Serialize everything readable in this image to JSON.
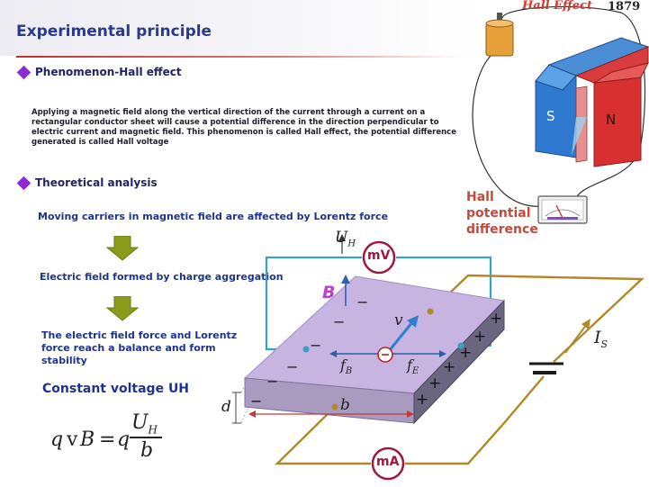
{
  "slide": {
    "title": "Experimental principle",
    "section1": {
      "heading": "Phenomenon-Hall effect",
      "body": "Applying a magnetic field along the vertical direction of the current through a current on a rectangular conductor sheet will cause a potential difference in the direction perpendicular to electric current and magnetic field. This phenomenon is called Hall effect, the potential difference generated is called Hall voltage"
    },
    "section2": {
      "heading": "Theoretical analysis",
      "steps": [
        "Moving carriers in magnetic field are affected by Lorentz force",
        "Electric field formed by charge aggregation",
        "The electric field force and Lorentz force reach a balance and form stability"
      ],
      "conclusion": "Constant voltage UH",
      "equation": {
        "lhs_q": "q",
        "lhs_v": "v",
        "lhs_B": "B",
        "eq": "=",
        "rhs_q": "q",
        "num_U": "U",
        "num_sub": "H",
        "den": "b"
      }
    }
  },
  "illustration": {
    "title": "Hall Effect",
    "year": "1879",
    "magnet_s": "S",
    "magnet_n": "N",
    "label_lines": [
      "Hall",
      "potential",
      "difference"
    ]
  },
  "diagram": {
    "voltmeter": "mV",
    "ammeter": "mA",
    "U": "U",
    "U_sub": "H",
    "B": "B",
    "v": "v",
    "fB": "f",
    "fB_sub": "B",
    "fE": "f",
    "fE_sub": "E",
    "d": "d",
    "b": "b",
    "I": "I",
    "I_sub": "S",
    "plus": "+",
    "minus": "−"
  },
  "colors": {
    "title": "#2a3a8c",
    "accent_rule": "#c03030",
    "bullet": "#8a2bd6",
    "step_text": "#1f3388",
    "down_arrow": "#8a9a1a",
    "hall_label": "#c24a3c",
    "voltmeter_wire": "#3aa0c8",
    "current_wire": "#b08828",
    "slab_top": "#c8b4e0",
    "slab_front": "#a99ac0",
    "slab_side": "#6a6680",
    "meter_ring": "#a01840"
  }
}
